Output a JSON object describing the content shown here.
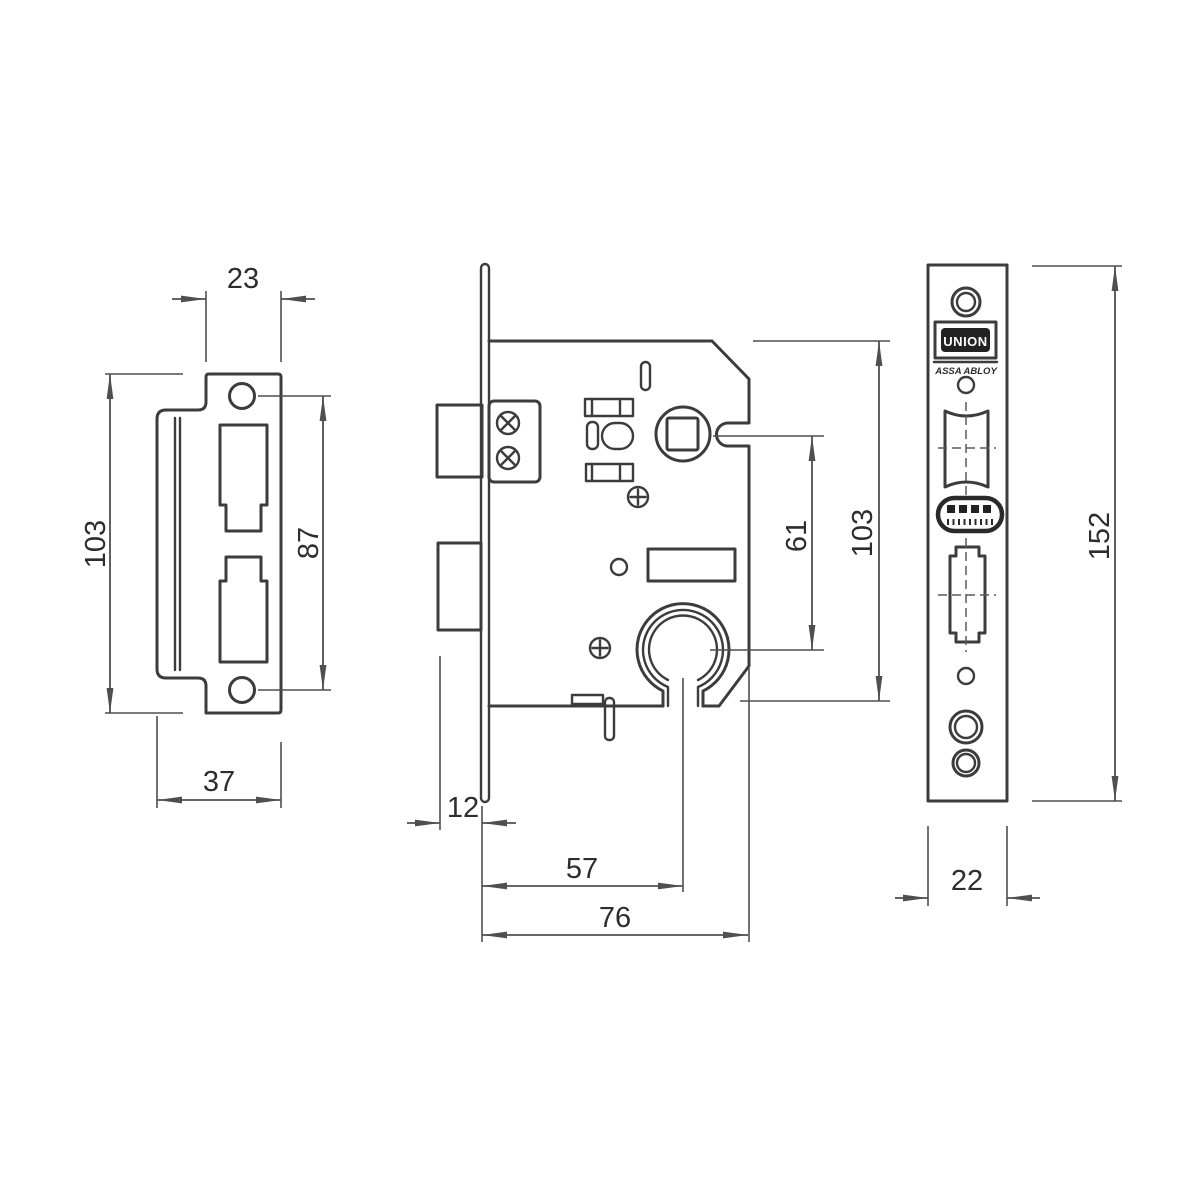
{
  "drawing": {
    "title": "mortice-lock-dimension-drawing",
    "brand": {
      "logo_text": "UNION",
      "subbrand_text": "ASSA ABLOY"
    },
    "line_color": "#3c3c3c",
    "background_color": "#ffffff",
    "views": {
      "strike_plate": {
        "dims": {
          "top_width": "23",
          "height": "103",
          "hole_spacing": "87",
          "bottom_width": "37"
        }
      },
      "lock_case_side": {
        "dims": {
          "front_offset": "12",
          "backset": "57",
          "depth": "76",
          "follower_to_cylinder": "61",
          "height": "103"
        }
      },
      "forend_front": {
        "dims": {
          "height": "152",
          "width": "22"
        }
      }
    }
  }
}
